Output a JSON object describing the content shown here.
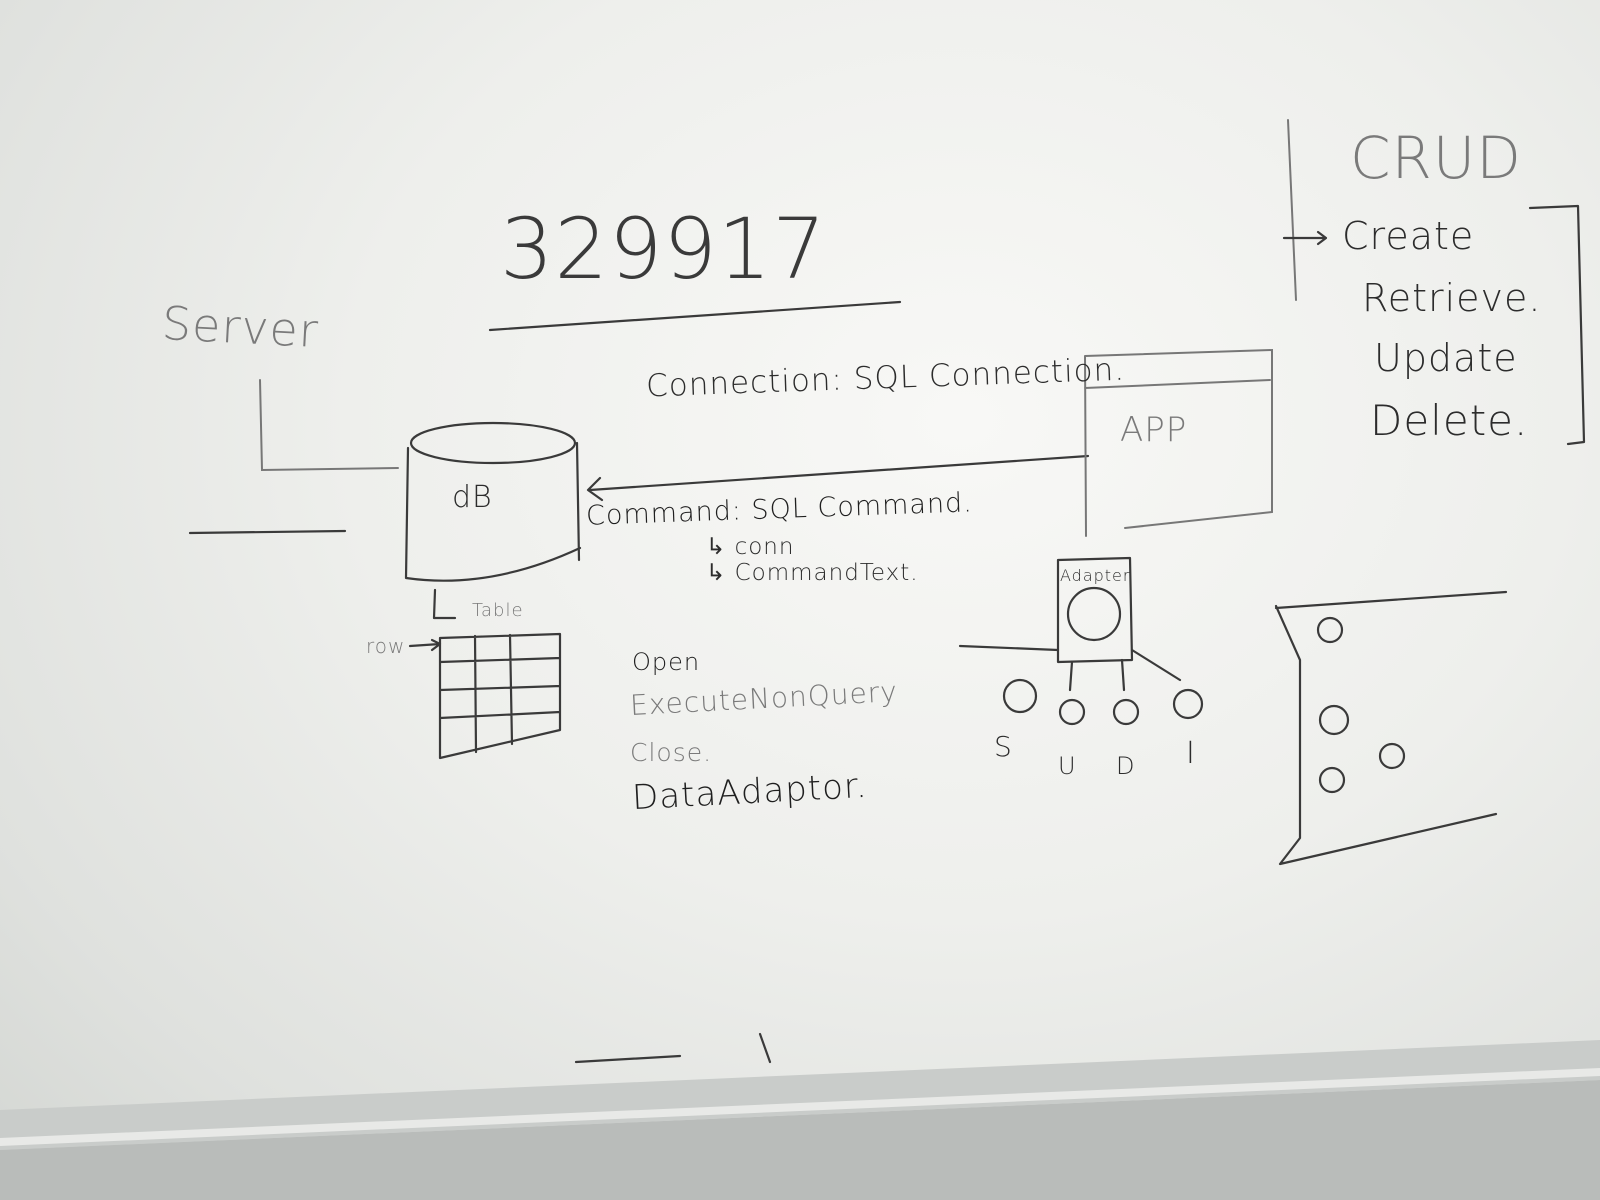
{
  "board": {
    "title_number": "329917",
    "server_label": "Server",
    "db_label": "dB",
    "table_label": "Table",
    "row_label": "row",
    "app_label": "APP",
    "connection_line": "Connection: SQL Connection.",
    "command_line": "Command: SQL Command.",
    "command_sub": [
      "↳ conn",
      "↳ CommandText."
    ],
    "methods": [
      "Open",
      "ExecuteNonQuery",
      "Close."
    ],
    "data_adaptor": "DataAdaptor.",
    "adaptor_box_label": "Adapter",
    "adaptor_leg_letters": [
      "S",
      "U",
      "D",
      "I"
    ],
    "crud_title": "CRUD",
    "crud_items": [
      "Create",
      "Retrieve.",
      "Update",
      "Delete."
    ]
  }
}
